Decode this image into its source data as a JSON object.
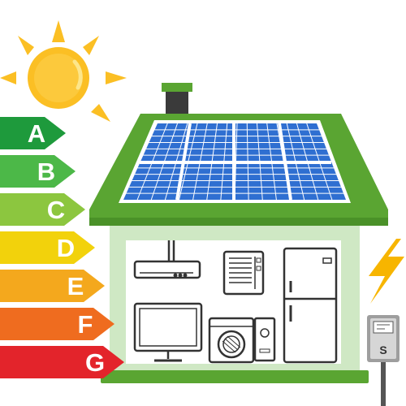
{
  "energy_rating": {
    "classes": [
      {
        "label": "A",
        "color": "#1e9a3c"
      },
      {
        "label": "B",
        "color": "#4cb848"
      },
      {
        "label": "C",
        "color": "#8cc63f"
      },
      {
        "label": "D",
        "color": "#f2d20c"
      },
      {
        "label": "E",
        "color": "#f4a81d"
      },
      {
        "label": "F",
        "color": "#ef6c1f"
      },
      {
        "label": "G",
        "color": "#e3242b"
      }
    ]
  },
  "meter": {
    "label": "S"
  },
  "colors": {
    "sun": "#fbbf24",
    "roof": "#5aa532",
    "wall": "#cfe8c4",
    "solar_panel": "#2f6fd1",
    "appliance_outline": "#333333",
    "lightning": "#f7b500"
  },
  "icons": [
    "sun-icon",
    "solar-panel-icon",
    "chimney-icon",
    "air-conditioner-icon",
    "window-ac-icon",
    "refrigerator-icon",
    "tv-monitor-icon",
    "washing-machine-icon",
    "microwave-icon",
    "lightning-icon",
    "electric-meter-icon"
  ]
}
